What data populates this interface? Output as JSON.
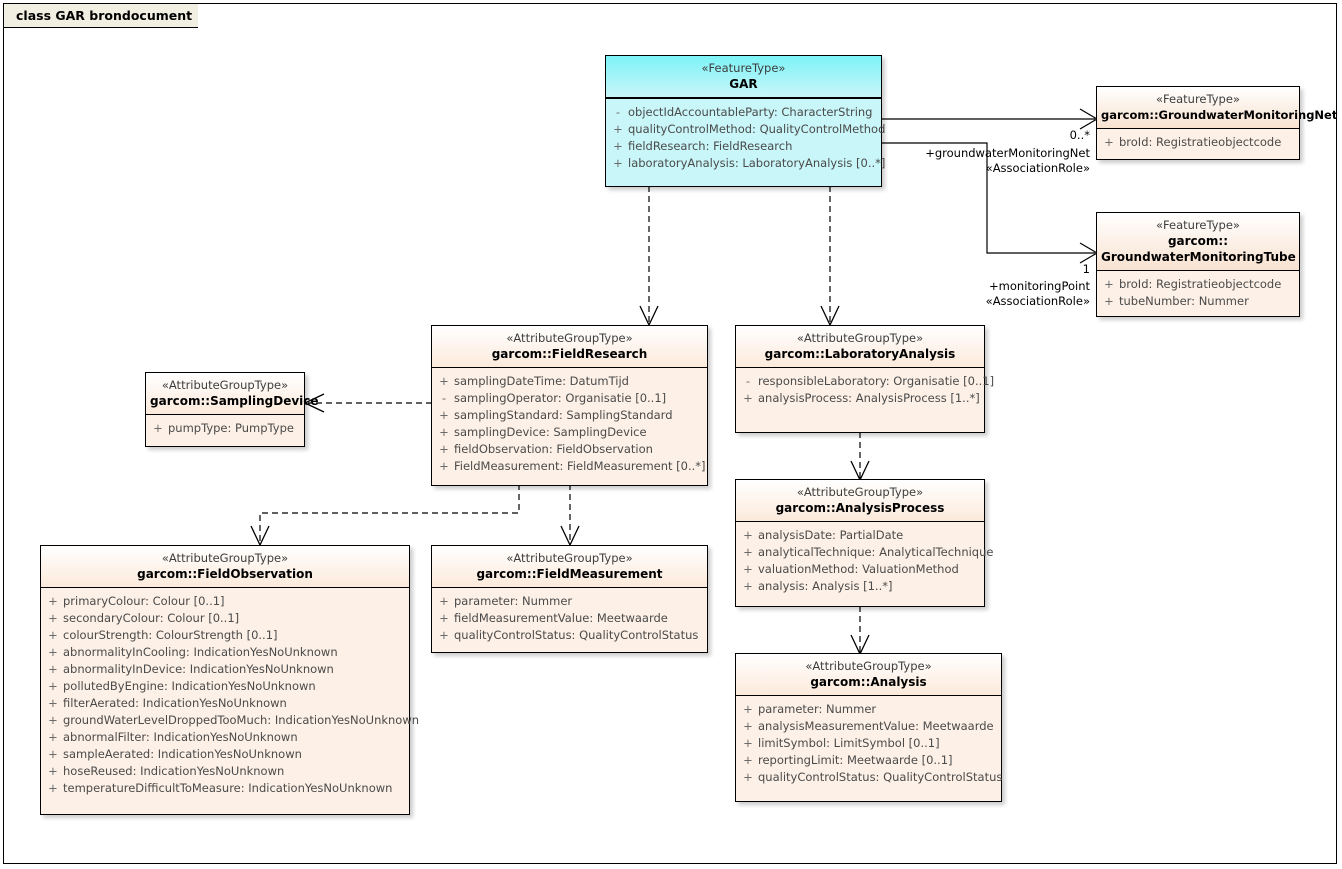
{
  "diagram": {
    "frame_title": "class GAR brondocument",
    "background": "#ffffff",
    "border_color": "#000000",
    "class_fill": "#fdf0e6",
    "featuretype_fill": "#f8e2d0",
    "gar_fill": "#c9f6f8",
    "gar_header_fill": "#7df3f7"
  },
  "classes": {
    "gar": {
      "stereotype": "«FeatureType»",
      "name": "GAR",
      "attributes": [
        {
          "visibility": "-",
          "signature": "objectIdAccountableParty: CharacterString"
        },
        {
          "visibility": "+",
          "signature": "qualityControlMethod: QualityControlMethod"
        },
        {
          "visibility": "+",
          "signature": "fieldResearch: FieldResearch"
        },
        {
          "visibility": "+",
          "signature": "laboratoryAnalysis: LaboratoryAnalysis [0..*]"
        }
      ]
    },
    "monitoring_net": {
      "stereotype": "«FeatureType»",
      "name": "garcom::GroundwaterMonitoringNet",
      "attributes": [
        {
          "visibility": "+",
          "signature": "broId: Registratieobjectcode"
        }
      ]
    },
    "monitoring_tube": {
      "stereotype": "«FeatureType»",
      "name_line1": "garcom::",
      "name_line2": "GroundwaterMonitoringTube",
      "attributes": [
        {
          "visibility": "+",
          "signature": "broId: Registratieobjectcode"
        },
        {
          "visibility": "+",
          "signature": "tubeNumber: Nummer"
        }
      ]
    },
    "field_research": {
      "stereotype": "«AttributeGroupType»",
      "name": "garcom::FieldResearch",
      "attributes": [
        {
          "visibility": "+",
          "signature": "samplingDateTime: DatumTijd"
        },
        {
          "visibility": "-",
          "signature": "samplingOperator: Organisatie [0..1]"
        },
        {
          "visibility": "+",
          "signature": "samplingStandard: SamplingStandard"
        },
        {
          "visibility": "+",
          "signature": "samplingDevice: SamplingDevice"
        },
        {
          "visibility": "+",
          "signature": "fieldObservation: FieldObservation"
        },
        {
          "visibility": "+",
          "signature": "FieldMeasurement: FieldMeasurement [0..*]"
        }
      ]
    },
    "laboratory_analysis": {
      "stereotype": "«AttributeGroupType»",
      "name": "garcom::LaboratoryAnalysis",
      "attributes": [
        {
          "visibility": "-",
          "signature": "responsibleLaboratory: Organisatie [0..1]"
        },
        {
          "visibility": "+",
          "signature": "analysisProcess: AnalysisProcess [1..*]"
        }
      ]
    },
    "sampling_device": {
      "stereotype": "«AttributeGroupType»",
      "name": "garcom::SamplingDevice",
      "attributes": [
        {
          "visibility": "+",
          "signature": "pumpType: PumpType"
        }
      ]
    },
    "field_observation": {
      "stereotype": "«AttributeGroupType»",
      "name": "garcom::FieldObservation",
      "attributes": [
        {
          "visibility": "+",
          "signature": "primaryColour: Colour [0..1]"
        },
        {
          "visibility": "+",
          "signature": "secondaryColour: Colour [0..1]"
        },
        {
          "visibility": "+",
          "signature": "colourStrength: ColourStrength [0..1]"
        },
        {
          "visibility": "+",
          "signature": "abnormalityInCooling: IndicationYesNoUnknown"
        },
        {
          "visibility": "+",
          "signature": "abnormalityInDevice: IndicationYesNoUnknown"
        },
        {
          "visibility": "+",
          "signature": "pollutedByEngine: IndicationYesNoUnknown"
        },
        {
          "visibility": "+",
          "signature": "filterAerated: IndicationYesNoUnknown"
        },
        {
          "visibility": "+",
          "signature": "groundWaterLevelDroppedTooMuch: IndicationYesNoUnknown"
        },
        {
          "visibility": "+",
          "signature": "abnormalFilter: IndicationYesNoUnknown"
        },
        {
          "visibility": "+",
          "signature": "sampleAerated: IndicationYesNoUnknown"
        },
        {
          "visibility": "+",
          "signature": "hoseReused: IndicationYesNoUnknown"
        },
        {
          "visibility": "+",
          "signature": "temperatureDifficultToMeasure: IndicationYesNoUnknown"
        }
      ]
    },
    "field_measurement": {
      "stereotype": "«AttributeGroupType»",
      "name": "garcom::FieldMeasurement",
      "attributes": [
        {
          "visibility": "+",
          "signature": "parameter: Nummer"
        },
        {
          "visibility": "+",
          "signature": "fieldMeasurementValue: Meetwaarde"
        },
        {
          "visibility": "+",
          "signature": "qualityControlStatus: QualityControlStatus"
        }
      ]
    },
    "analysis_process": {
      "stereotype": "«AttributeGroupType»",
      "name": "garcom::AnalysisProcess",
      "attributes": [
        {
          "visibility": "+",
          "signature": "analysisDate: PartialDate"
        },
        {
          "visibility": "+",
          "signature": "analyticalTechnique: AnalyticalTechnique"
        },
        {
          "visibility": "+",
          "signature": "valuationMethod: ValuationMethod"
        },
        {
          "visibility": "+",
          "signature": "analysis: Analysis [1..*]"
        }
      ]
    },
    "analysis": {
      "stereotype": "«AttributeGroupType»",
      "name": "garcom::Analysis",
      "attributes": [
        {
          "visibility": "+",
          "signature": "parameter: Nummer"
        },
        {
          "visibility": "+",
          "signature": "analysisMeasurementValue: Meetwaarde"
        },
        {
          "visibility": "+",
          "signature": "limitSymbol: LimitSymbol [0..1]"
        },
        {
          "visibility": "+",
          "signature": "reportingLimit: Meetwaarde [0..1]"
        },
        {
          "visibility": "+",
          "signature": "qualityControlStatus: QualityControlStatus"
        }
      ]
    }
  },
  "connectors": {
    "gar_to_net": {
      "multiplicity": "0..*",
      "role": "+groundwaterMonitoringNet",
      "stereotype": "«AssociationRole»"
    },
    "gar_to_tube": {
      "multiplicity": "1",
      "role": "+monitoringPoint",
      "stereotype": "«AssociationRole»"
    }
  }
}
